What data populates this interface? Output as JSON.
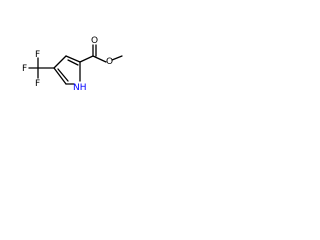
{
  "molecule": {
    "atoms": {
      "f1": "F",
      "f2": "F",
      "f3": "F",
      "o_carbonyl": "O",
      "o_ester": "O",
      "nh": "NH"
    },
    "colors": {
      "bond": "#000000",
      "text": "#000000",
      "nitrogen": "#0000ff"
    }
  }
}
